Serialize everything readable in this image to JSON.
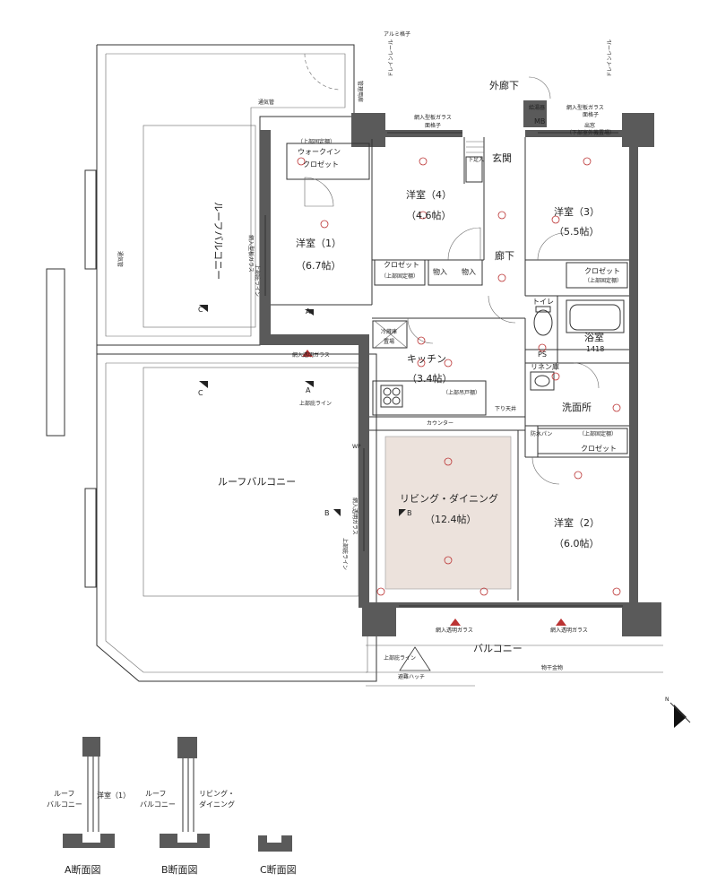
{
  "rooms": {
    "western1": {
      "name": "洋室（1）",
      "size": "（6.7帖）"
    },
    "western2": {
      "name": "洋室（2）",
      "size": "（6.0帖）"
    },
    "western3": {
      "name": "洋室（3）",
      "size": "（5.5帖）"
    },
    "western4": {
      "name": "洋室（4）",
      "size": "（4.6帖）"
    },
    "ldk": {
      "name": "リビング・ダイニング",
      "size": "（12.4帖）"
    },
    "kitchen": {
      "name": "キッチン",
      "size": "（3.4帖）"
    },
    "entrance": "玄関",
    "hallway": "廊下",
    "outer_hallway": "外廊下",
    "toilet": "トイレ",
    "bath": {
      "name": "浴室",
      "size": "1418"
    },
    "washroom": "洗面所",
    "linen": "リネン庫",
    "ps": "PS",
    "mb": "MB",
    "roof_balcony": "ルーフバルコニー",
    "balcony": "バルコニー"
  },
  "labels": {
    "walkin_top": "（上部固定棚）",
    "walkin": "ウォークイン",
    "closet": "クロゼット",
    "closet_fixed": "（上部固定棚）",
    "storage": "物入",
    "fridge": "冷蔵庫",
    "fridge2": "置場",
    "upper_cabinet": "（上部吊戸棚）",
    "counter": "カウンター",
    "waist_wall": "下り天井",
    "waterproof_pan": "防水パン",
    "upper_fixed": "（上部固定棚）",
    "wired_glass": "網入透明ガラス",
    "wired_plate_glass": "網入型板ガラス",
    "wired_plate_glass2": "網入型板ガラス",
    "face_lattice": "面格子",
    "aluminum_lattice": "アルミ格子",
    "management_door": "管理用扉",
    "water_heater": "給湯器",
    "exit": "出窓",
    "exit_sub": "（下部室外機置場）",
    "drain": "ドレインレール",
    "vent": "通気管",
    "clothes_hardware": "物干金物",
    "evac_hatch": "避難ハッチ",
    "upper_line": "上部庇ライン",
    "shoe_box": "下足入",
    "wp": "WP",
    "mark_a": "A",
    "mark_b": "B",
    "mark_c": "C"
  },
  "sections": {
    "a": {
      "caption": "A断面図",
      "left": "ルーフ\nバルコニー",
      "right": "洋室（1）"
    },
    "b": {
      "caption": "B断面図",
      "left": "ルーフ\nバルコニー",
      "right": "リビング・\nダイニング"
    },
    "c": {
      "caption": "C断面図"
    }
  },
  "north_label": "N",
  "colors": {
    "wall": "#5a5a5a",
    "ldk_fill": "#ece2dc",
    "accent": "#b33333"
  }
}
